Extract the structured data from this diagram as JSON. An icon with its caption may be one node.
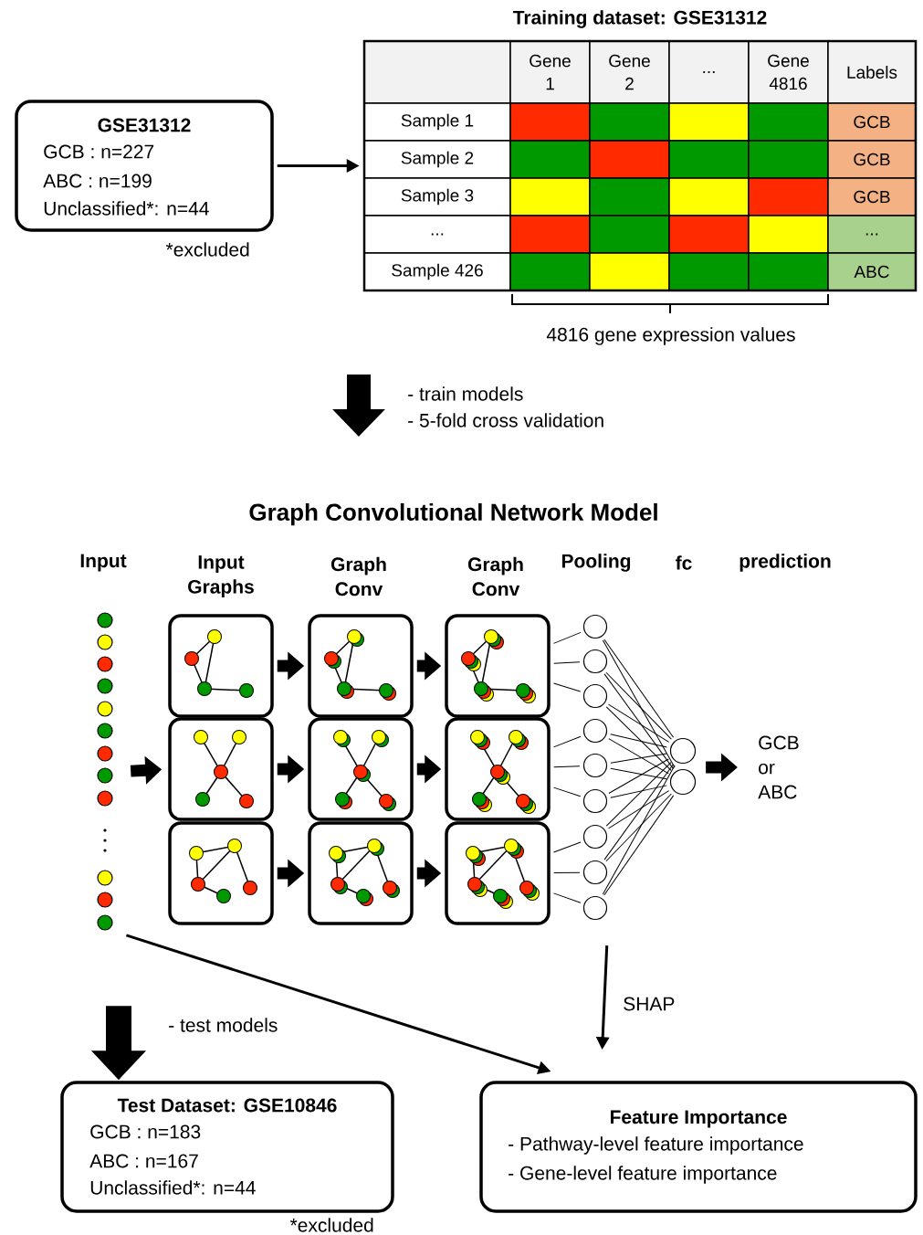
{
  "diagram": {
    "nodes": [
      {
        "text": [
          "GSE31312",
          "GCB : n=227",
          "ABC : n=199",
          "Unclassified*: n=44"
        ],
        "beside": [
          "*excluded"
        ]
      },
      {
        "text": [
          "Training dataset: GSE31312",
          "Gene 1",
          "Gene 2",
          "...",
          "Gene 4816",
          "Labels",
          "Sample 1",
          "GCB",
          "Sample 2",
          "GCB",
          "Sample 3",
          "GCB",
          "...",
          "...",
          "Sample 426",
          "ABC"
        ]
      },
      {
        "text": [],
        "shape": "dots"
      },
      {
        "text": [],
        "shape": "box"
      },
      {
        "text": [],
        "shape": "box"
      },
      {
        "text": [],
        "shape": "box"
      },
      {
        "text": [],
        "shape": "box"
      },
      {
        "text": [],
        "shape": "box"
      },
      {
        "text": [],
        "shape": "box"
      },
      {
        "text": [],
        "shape": "box"
      },
      {
        "text": [],
        "shape": "box"
      },
      {
        "text": [],
        "shape": "box"
      },
      {
        "text": [],
        "shape": "circle"
      },
      {
        "text": [],
        "shape": "circle"
      },
      {
        "text": [],
        "shape": "circle"
      },
      {
        "text": [],
        "shape": "circle"
      },
      {
        "text": [],
        "shape": "circle"
      },
      {
        "text": [],
        "shape": "circle"
      },
      {
        "text": [],
        "shape": "circle"
      },
      {
        "text": [],
        "shape": "circle"
      },
      {
        "text": [],
        "shape": "circle"
      },
      {
        "text": [],
        "shape": "circle"
      },
      {
        "text": [],
        "shape": "circle"
      },
      {
        "text": [
          "GCB or ABC"
        ]
      },
      {
        "text": [
          "Test Dataset: GSE10846",
          "GCB : n=183",
          "ABC : n=167",
          "Unclassified*: n=44"
        ],
        "beside": [
          "*excluded"
        ]
      },
      {
        "text": [
          "Feature Importance",
          "- Pathway-level feature importance",
          "- Gene-level feature importance"
        ]
      }
    ],
    "edges": [
      {
        "from": 0,
        "to": 1,
        "arrow": "to"
      },
      {
        "from": 2,
        "to": 6,
        "arrow": "to",
        "style": "thick"
      },
      {
        "from": 3,
        "to": 4,
        "arrow": "to",
        "style": "thick"
      },
      {
        "from": 4,
        "to": 5,
        "arrow": "to",
        "style": "thick"
      },
      {
        "from": 6,
        "to": 7,
        "arrow": "to",
        "style": "thick"
      },
      {
        "from": 7,
        "to": 8,
        "arrow": "to",
        "style": "thick"
      },
      {
        "from": 9,
        "to": 10,
        "arrow": "to",
        "style": "thick"
      },
      {
        "from": 10,
        "to": 11,
        "arrow": "to",
        "style": "thick"
      },
      {
        "from": 5,
        "to": 12,
        "arrow": "none"
      },
      {
        "from": 5,
        "to": 13,
        "arrow": "none"
      },
      {
        "from": 5,
        "to": 14,
        "arrow": "none"
      },
      {
        "from": 8,
        "to": 15,
        "arrow": "none"
      },
      {
        "from": 8,
        "to": 16,
        "arrow": "none"
      },
      {
        "from": 8,
        "to": 17,
        "arrow": "none"
      },
      {
        "from": 11,
        "to": 18,
        "arrow": "none"
      },
      {
        "from": 11,
        "to": 19,
        "arrow": "none"
      },
      {
        "from": 11,
        "to": 20,
        "arrow": "none"
      },
      {
        "from": 12,
        "to": 21,
        "arrow": "none"
      },
      {
        "from": 12,
        "to": 22,
        "arrow": "none"
      },
      {
        "from": 13,
        "to": 21,
        "arrow": "none"
      },
      {
        "from": 13,
        "to": 22,
        "arrow": "none"
      },
      {
        "from": 14,
        "to": 21,
        "arrow": "none"
      },
      {
        "from": 14,
        "to": 22,
        "arrow": "none"
      },
      {
        "from": 15,
        "to": 21,
        "arrow": "none"
      },
      {
        "from": 15,
        "to": 22,
        "arrow": "none"
      },
      {
        "from": 16,
        "to": 21,
        "arrow": "none"
      },
      {
        "from": 16,
        "to": 22,
        "arrow": "none"
      },
      {
        "from": 17,
        "to": 21,
        "arrow": "none"
      },
      {
        "from": 17,
        "to": 22,
        "arrow": "none"
      },
      {
        "from": 18,
        "to": 21,
        "arrow": "none"
      },
      {
        "from": 18,
        "to": 22,
        "arrow": "none"
      },
      {
        "from": 19,
        "to": 21,
        "arrow": "none"
      },
      {
        "from": 19,
        "to": 22,
        "arrow": "none"
      },
      {
        "from": 20,
        "to": 21,
        "arrow": "none"
      },
      {
        "from": 20,
        "to": 22,
        "arrow": "none"
      },
      {
        "from": 21,
        "to": 23,
        "arrow": "to",
        "style": "thick"
      },
      {
        "from": null,
        "to": 24,
        "arrow": "to",
        "style": "thick",
        "label": "- test models"
      },
      {
        "from": 2,
        "to": 25,
        "arrow": "to"
      },
      {
        "from": 20,
        "to": 25,
        "arrow": "to",
        "label": "SHAP"
      }
    ],
    "labels": [
      "4816 gene expression values",
      "- train models",
      "- 5-fold cross validation",
      "Graph Convolutional Network Model",
      "Input",
      "Input Graphs",
      "Graph Conv",
      "Graph Conv",
      "Pooling",
      "fc",
      "prediction"
    ]
  }
}
